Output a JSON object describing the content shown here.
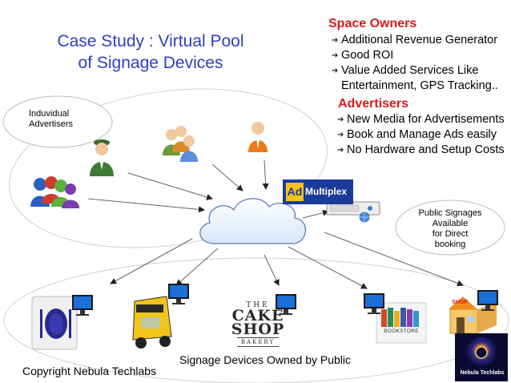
{
  "title": [
    "Case Study : Virtual Pool",
    "of Signage Devices"
  ],
  "space_owners": {
    "heading": "Space Owners",
    "items": [
      "Additional Revenue Generator",
      "Good ROI",
      "Value Added Services Like",
      "Entertainment, GPS Tracking.."
    ]
  },
  "advertisers": {
    "heading": "Advertisers",
    "items": [
      "New Media for  Advertisements",
      "Book and Manage Ads easily",
      "No Hardware and Setup Costs"
    ]
  },
  "individual_advertisers": [
    "Induvidual",
    "Advertisers"
  ],
  "public_signages": [
    "Public Signages",
    "Available",
    "for Direct",
    "booking"
  ],
  "admultiplex_logo": {
    "ad": "Ad",
    "rest": "Multiplex"
  },
  "cake_shop": {
    "the": "THE",
    "cake": "CAKE",
    "shop": "SHOP",
    "bakery": "BAKERY"
  },
  "bookstore_label": "BOOKSTORE",
  "shop_label": "SHOP",
  "nebula_logo_label": "Nebula Techlabs",
  "signage_caption": "Signage Devices  Owned by Public",
  "copyright": "Copyright Nebula Techlabs",
  "bullet_icon": "arrow-bullet-icon",
  "colors": {
    "title": "#2f3fbd",
    "heading": "#d91a1a"
  }
}
